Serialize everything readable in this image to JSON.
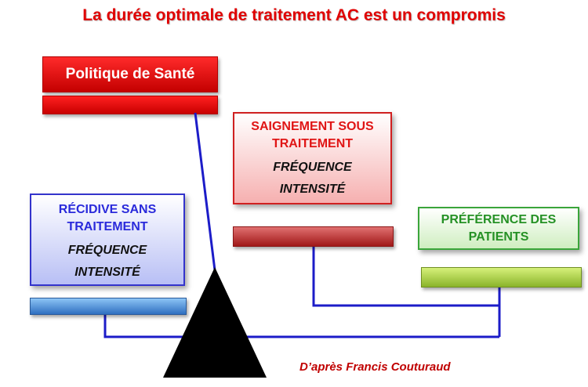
{
  "title": "La durée optimale de traitement AC  est un compromis",
  "policy": {
    "label": "Politique de Santé"
  },
  "recurrence": {
    "header": "RÉCIDIVE SANS TRAITEMENT",
    "frequency": "FRÉQUENCE",
    "intensity": "INTENSITÉ"
  },
  "bleeding": {
    "header": "SAIGNEMENT SOUS TRAITEMENT",
    "frequency": "FRÉQUENCE",
    "intensity": "INTENSITÉ"
  },
  "patients": {
    "header": "PRÉFÉRENCE DES PATIENTS"
  },
  "credit": "D’après Francis Couturaud",
  "colors": {
    "title": "#e00000",
    "blue": "#2a2adb",
    "red": "#e01515",
    "green": "#259125",
    "connector": "#1c1cc8"
  }
}
